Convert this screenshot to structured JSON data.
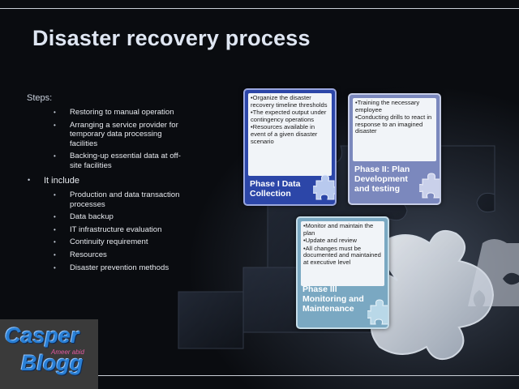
{
  "slide": {
    "title": "Disaster recovery process",
    "steps_label": "Steps:",
    "steps": [
      "Restoring to manual operation",
      "Arranging a service provider for temporary data processing facilities",
      "Backing-up essential data at off-site facilities"
    ],
    "it_include_label": "It include",
    "it_include": [
      "Production and data transaction processes",
      "Data backup",
      "IT infrastructure evaluation",
      "Continuity requirement",
      "Resources",
      "Disaster prevention methods"
    ]
  },
  "phases": [
    {
      "title": "Phase I Data Collection",
      "points": [
        "•Organize the disaster recovery timeline thresholds",
        "•The expected output under contingency operations",
        "•Resources available in event of a given disaster scenario"
      ],
      "color": "#2c46a8"
    },
    {
      "title": "Phase II: Plan Development and testing",
      "points": [
        "•Training the necessary employee",
        "•Conducting drills to react in response to an imagined disaster"
      ],
      "color": "#7b88bd"
    },
    {
      "title": "Phase III Monitoring and Maintenance",
      "points": [
        "•Monitor and maintain the plan",
        "•Update and review",
        "•All changes must be documented and maintained at executive level"
      ],
      "color": "#7aa8c2"
    }
  ],
  "logo": {
    "line1": "Casper",
    "line2": "Blogg",
    "script": "Ameer abid"
  },
  "icons": [
    "puzzle-piece-icon"
  ]
}
